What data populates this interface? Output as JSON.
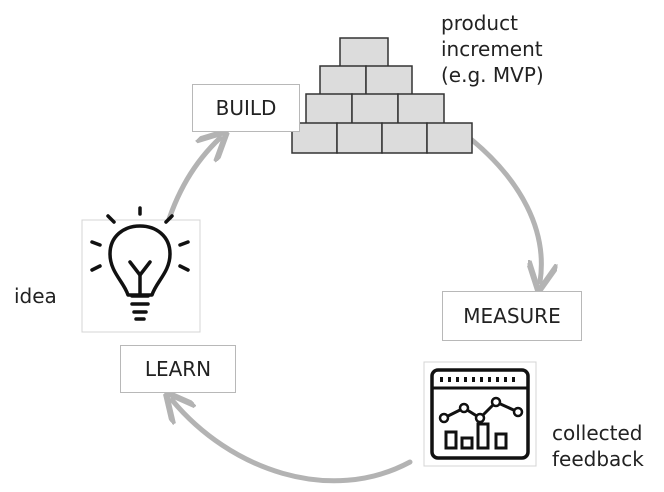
{
  "stages": {
    "build": "BUILD",
    "measure": "MEASURE",
    "learn": "LEARN"
  },
  "annotations": {
    "product": "product\nincrement\n(e.g. MVP)",
    "idea": "idea",
    "feedback": "collected\nfeedback"
  },
  "icons": {
    "product": "brick-wall-icon",
    "idea": "lightbulb-icon",
    "feedback": "dashboard-chart-icon"
  },
  "colors": {
    "cycle_arrow": "#b3b3b3",
    "brick_fill": "#dcdcdc",
    "brick_stroke": "#333333"
  }
}
